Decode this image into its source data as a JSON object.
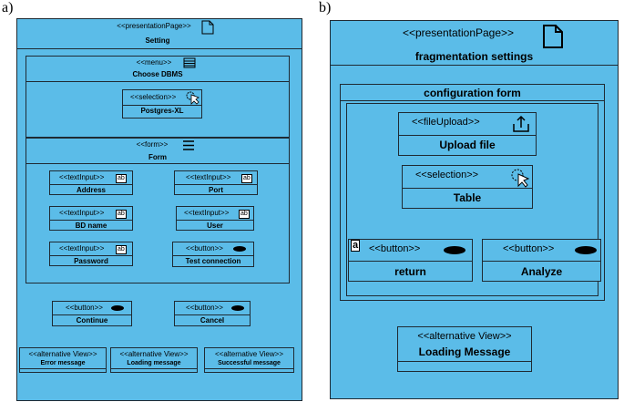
{
  "panel_a": {
    "label": "a)",
    "page": {
      "stereotype": "<<presentationPage>>",
      "title": "Setting"
    },
    "menu": {
      "stereotype": "<<menu>>",
      "title": "Choose DBMS"
    },
    "selection": {
      "stereotype": "<<selection>>",
      "title": "Postgres-XL"
    },
    "form": {
      "stereotype": "<<form>>",
      "title": "Form"
    },
    "inputs": [
      {
        "stereotype": "<<textInput>>",
        "title": "Address",
        "badge": "ab"
      },
      {
        "stereotype": "<<textInput>>",
        "title": "Port",
        "badge": "ab"
      },
      {
        "stereotype": "<<textInput>>",
        "title": "BD name",
        "badge": "ab"
      },
      {
        "stereotype": "<<textInput>>",
        "title": "User",
        "badge": "ab"
      },
      {
        "stereotype": "<<textInput>>",
        "title": "Password",
        "badge": "ab"
      }
    ],
    "test_button": {
      "stereotype": "<<button>>",
      "title": "Test connection"
    },
    "continue_button": {
      "stereotype": "<<button>>",
      "title": "Continue"
    },
    "cancel_button": {
      "stereotype": "<<button>>",
      "title": "Cancel"
    },
    "alt_views": [
      {
        "stereotype": "<<alternative View>>",
        "title": "Error message"
      },
      {
        "stereotype": "<<alternative View>>",
        "title": "Loading message"
      },
      {
        "stereotype": "<<alternative View>>",
        "title": "Successful message"
      }
    ]
  },
  "panel_b": {
    "label": "b)",
    "page": {
      "stereotype": "<<presentationPage>>",
      "title": "fragmentation settings"
    },
    "form": {
      "title": "configuration form"
    },
    "upload": {
      "stereotype": "<<fileUpload>>",
      "title": "Upload file"
    },
    "selection": {
      "stereotype": "<<selection>>",
      "title": "Table"
    },
    "return_button": {
      "stereotype": "<<button>>",
      "title": "return",
      "badge": "a"
    },
    "analyze_button": {
      "stereotype": "<<button>>",
      "title": "Analyze"
    },
    "alt_view": {
      "stereotype": "<<alternative View>>",
      "title": "Loading Message"
    }
  },
  "colors": {
    "fill": "#5bbce8",
    "stroke": "#1f2a33"
  }
}
